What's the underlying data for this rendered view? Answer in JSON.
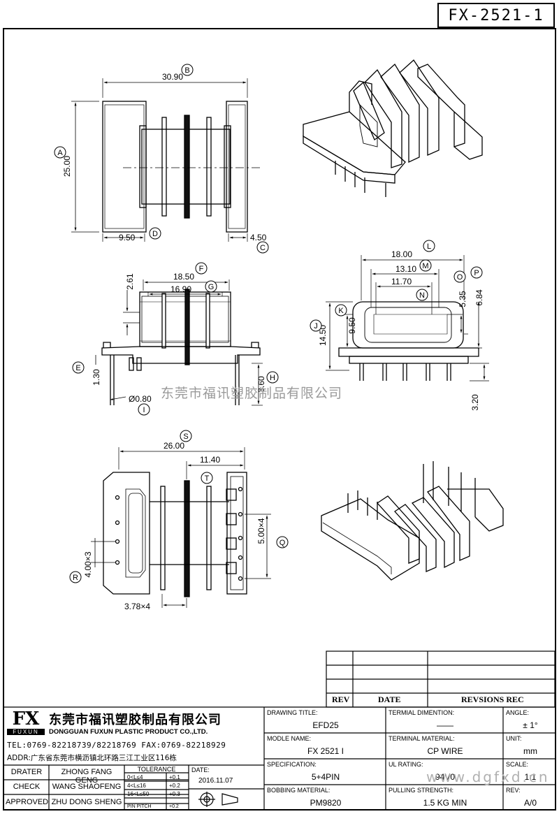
{
  "drawing_code": "FX-2521-1",
  "watermark": "东莞市福讯塑胶制品有限公司",
  "site_watermark": "www.dgfxd.cn",
  "dims": {
    "B": "30.90",
    "A": "25.00",
    "D": "9.50",
    "C": "4.50",
    "F": "18.50",
    "G": "16.90",
    "h261": "2.61",
    "E": "1.30",
    "I": "Ø0.80",
    "H": "3.60",
    "L": "18.00",
    "M": "13.10",
    "N": "11.70",
    "O": "5.35",
    "P": "6.84",
    "K": "9.50",
    "J": "14.50",
    "h320": "3.20",
    "S": "26.00",
    "T": "11.40",
    "Q": "5.00×4",
    "R": "4.00×3",
    "p378": "3.78×4"
  },
  "letters": [
    "A",
    "B",
    "C",
    "D",
    "E",
    "F",
    "G",
    "H",
    "I",
    "J",
    "K",
    "L",
    "M",
    "N",
    "O",
    "P",
    "Q",
    "R",
    "S",
    "T"
  ],
  "revision_table": {
    "rev": "REV",
    "date": "DATE",
    "revisions": "REVSIONS REC"
  },
  "company": {
    "logo": "FX",
    "logo_sub": "FUXUN",
    "name_cn": "东莞市福讯塑胶制品有限公司",
    "name_en": "DONGGUAN FUXUN PLASTIC PRODUCT CO.,LTD.",
    "tel": "TEL:0769-82218739/82218769 FAX:0769-82218929",
    "addr": "ADDR:广东省东莞市横沥镇北环路三江工业区116栋"
  },
  "people": [
    {
      "role": "DRATER",
      "name": "ZHONG FANG GENG"
    },
    {
      "role": "CHECK",
      "name": "WANG SHAOFENG"
    },
    {
      "role": "APPROVED",
      "name": "ZHU DONG SHENG"
    }
  ],
  "tolerance": {
    "title": "TOLERANCE",
    "rows": [
      {
        "range": "0<L≤4",
        "tol": "+0.1"
      },
      {
        "range": "4<L≤16",
        "tol": "+0.2"
      },
      {
        "range": "16<L≤50",
        "tol": "+0.3"
      },
      {
        "range": "PIN PITCH",
        "tol": "+0.2"
      }
    ]
  },
  "date": {
    "label": "DATE:",
    "value": "2016.11.07"
  },
  "fields": {
    "drawing_title": {
      "label": "DRAWING TITLE:",
      "value": "EFD25"
    },
    "terminal_dimention": {
      "label": "TERMIAL DIMENTION:",
      "value": "——"
    },
    "angle": {
      "label": "ANGLE:",
      "value": "± 1°"
    },
    "modle_name": {
      "label": "MODLE NAME:",
      "value": "FX 2521 I"
    },
    "terminal_material": {
      "label": "TERMINAL MATERIAL:",
      "value": "CP WIRE"
    },
    "unit": {
      "label": "UNIT:",
      "value": "mm"
    },
    "specification": {
      "label": "SPECIFICATION:",
      "value": "5+4PIN"
    },
    "ul_rating": {
      "label": "UL RATING:",
      "value": "94V0"
    },
    "scale": {
      "label": "SCALE:",
      "value": "1:1"
    },
    "bobbing_material": {
      "label": "BOBBING MATERIAL:",
      "value": "PM9820"
    },
    "pulling_strength": {
      "label": "PULLING STRENGTH:",
      "value": "1.5 KG MIN"
    },
    "rev": {
      "label": "REV:",
      "value": "A/0"
    }
  }
}
